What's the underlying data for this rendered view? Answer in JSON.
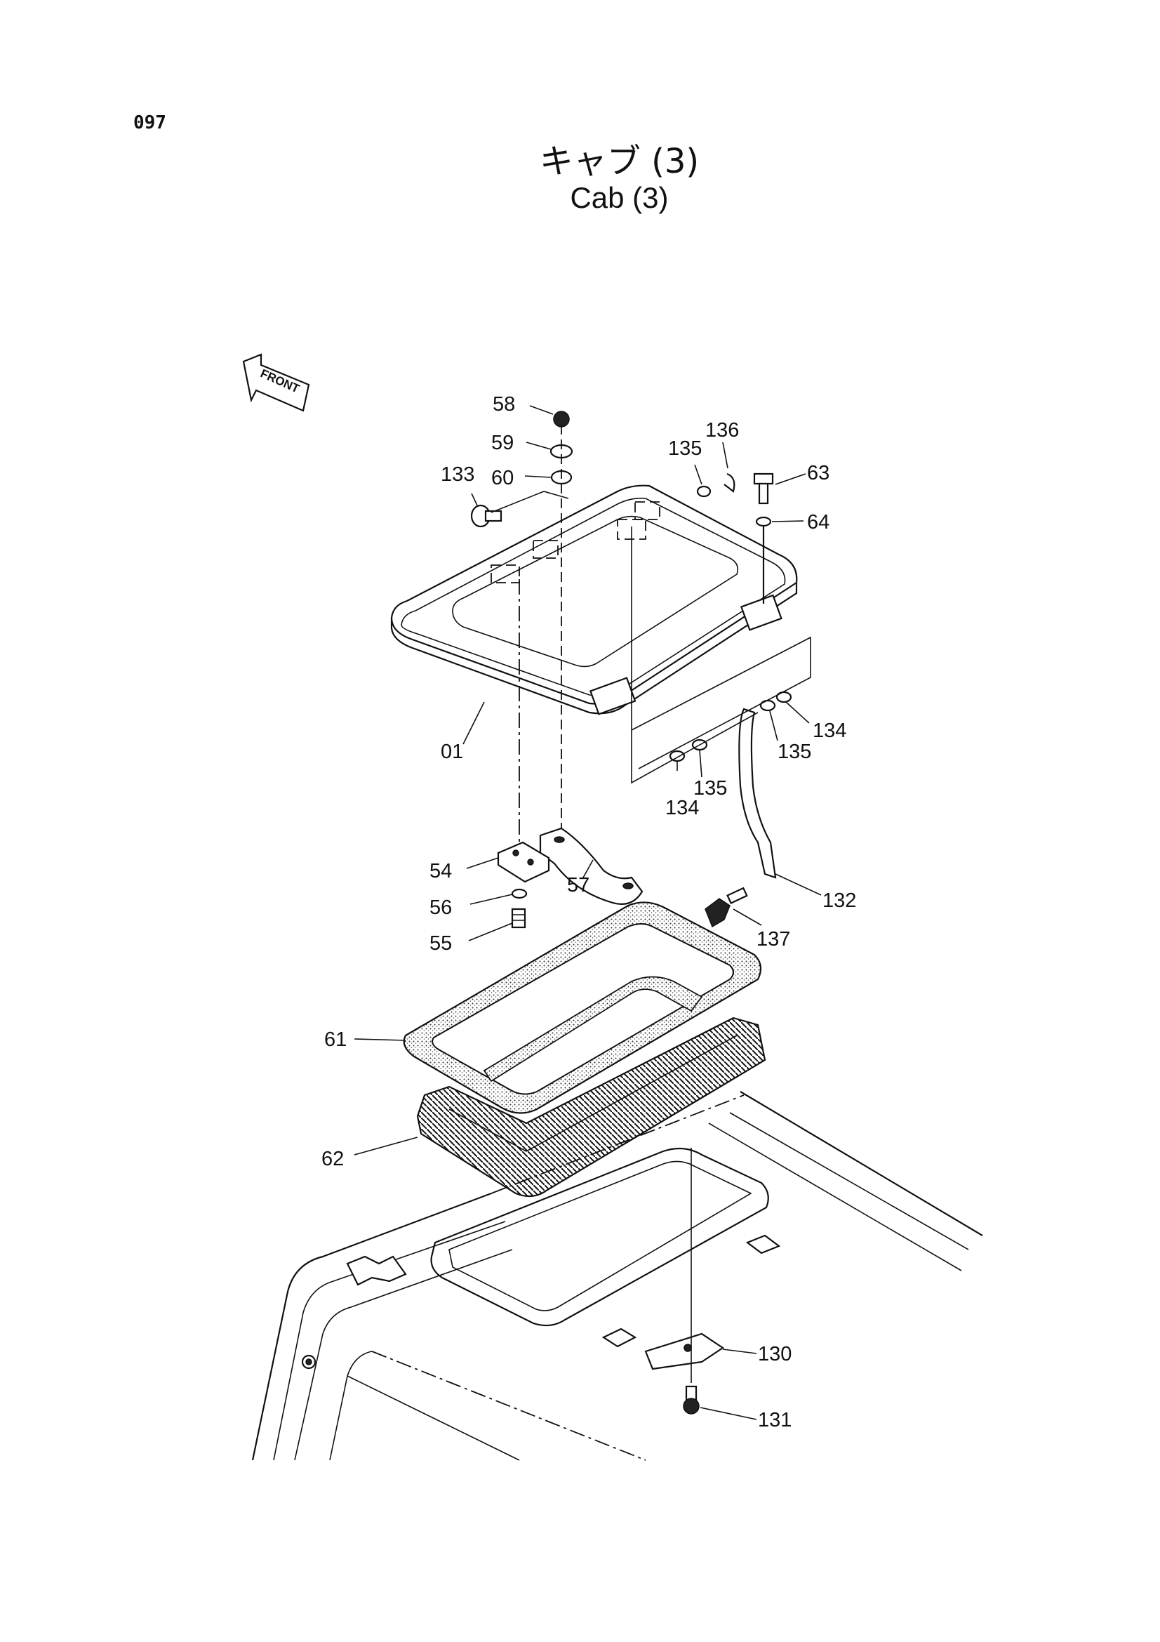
{
  "page_number": "097",
  "title_jp": "キャブ (3)",
  "title_en": "Cab (3)",
  "front_label": "FRONT",
  "callouts": {
    "c58": "58",
    "c59": "59",
    "c60": "60",
    "c133": "133",
    "c135a": "135",
    "c136": "136",
    "c63": "63",
    "c64": "64",
    "c01": "01",
    "c134a": "134",
    "c135b": "135",
    "c134b": "134",
    "c135c": "135",
    "c54": "54",
    "c56": "56",
    "c55": "55",
    "c57": "57",
    "c132": "132",
    "c137": "137",
    "c61": "61",
    "c62": "62",
    "c130": "130",
    "c131": "131"
  }
}
